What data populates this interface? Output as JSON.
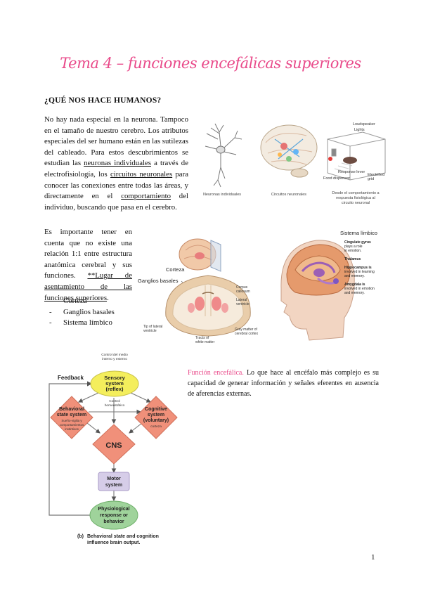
{
  "title": "Tema 4 – funciones encefálicas superiores",
  "heading": "¿QUÉ NOS HACE HUMANOS?",
  "p1": {
    "a": "No hay nada especial en la neurona. Tampoco en el tamaño de nuestro cerebro. Los atributos especiales del ser humano están en las sutilezas del cableado. Para estos descubrimientos se estudian las ",
    "u1": "neuronas individuales",
    "b": " a través de electrofisiología, los ",
    "u2": "circuitos neuronales",
    "c": " para conocer las conexiones entre todas las áreas, y directamente en el ",
    "u3": "comportamiento",
    "d": " del individuo, buscando que pasa en el cerebro."
  },
  "p2": {
    "a": "Es importante tener en cuenta que no existe una relación 1:1 entre estructura anatómica cerebral y sus funciones. ",
    "u1": "**Lugar de asentamiento de las funciones superiores",
    "b": "."
  },
  "list": [
    "Corteza",
    "Ganglios basales",
    "Sistema límbico"
  ],
  "p3": {
    "label": "Función encefálica.",
    "text": " Lo que hace al encéfalo más complejo es su capacidad de generar información y señales eferentes en ausencia de aferencias externas."
  },
  "fig1": {
    "cap1": "Neuronas individuales",
    "cap2": "Circuitos neuronales",
    "cap3a": "Desde el comportamiento a",
    "cap3b": "respuesta fisiológica al",
    "cap3c": "circuito neuronal",
    "loudspeaker": "Loudspeaker",
    "lights": "Lights",
    "lever": "Response lever",
    "food": "Food dispenser",
    "grid1": "Electrified",
    "grid2": "grid"
  },
  "fig2": {
    "corteza": "Corteza",
    "ganglios": "Ganglios basales",
    "corpus1": "Corpus",
    "corpus2": "callosum",
    "lateral1": "Lateral",
    "lateral2": "ventricle",
    "tip1": "Tip of lateral",
    "tip2": "ventricle",
    "tracts1": "Tracts of",
    "tracts2": "white matter",
    "gray1": "Gray matter of",
    "gray2": "cerebral cortex"
  },
  "fig3": {
    "title": "Sistema límbico",
    "cing_t": "Cingulate gyrus",
    "cing_1": "plays a role",
    "cing_2": "in emotion.",
    "thal": "Thalamus",
    "hipp_t": "Hippocampus is",
    "hipp_1": "involved in learning",
    "hipp_2": "and memory.",
    "amyg_t": "Amygdala is",
    "amyg_1": "involved in emotion",
    "amyg_2": "and memory."
  },
  "diagram": {
    "feedback": "Feedback",
    "control_medio_1": "Control del medio",
    "control_medio_2": "interno y externo",
    "sensory_1": "Sensory",
    "sensory_2": "system",
    "sensory_3": "(reflex)",
    "control_homeo_1": "Control",
    "control_homeo_2": "homeostático",
    "behavioral_1": "Behavioral",
    "behavioral_2": "state system",
    "behavioral_note_1": "Sueño-vigilia y",
    "behavioral_note_2": "comportamientos",
    "behavioral_note_3": "instintivos",
    "cognitive_1": "Cognitive",
    "cognitive_2": "system",
    "cognitive_3": "(voluntary)",
    "cognitive_note": "corteza",
    "cns": "CNS",
    "motor_1": "Motor",
    "motor_2": "system",
    "physio_1": "Physiological",
    "physio_2": "response or",
    "physio_3": "behavior",
    "caption_b": "(b)",
    "caption_1": "Behavioral state and cognition",
    "caption_2": "influence brain output."
  },
  "page_number": "1",
  "colors": {
    "pink": "#e94a8a",
    "sensory": "#f4ee5c",
    "diamond": "#f0907a",
    "motor": "#d6cde8",
    "physio": "#9fd39b"
  }
}
